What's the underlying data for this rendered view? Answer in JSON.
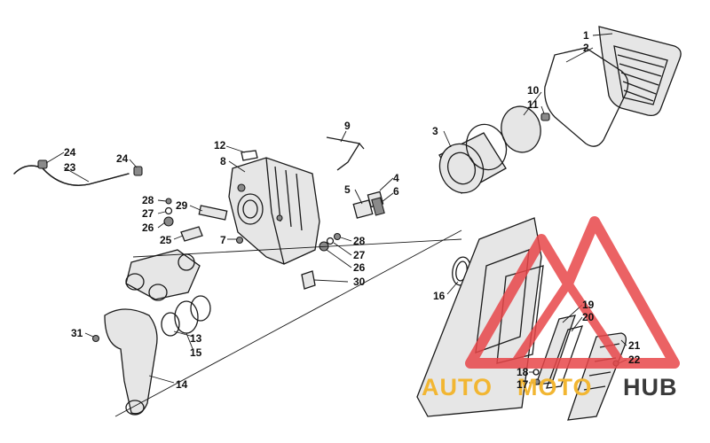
{
  "callouts": [
    {
      "id": "c1",
      "text": "1"
    },
    {
      "id": "c2",
      "text": "2"
    },
    {
      "id": "c3",
      "text": "3"
    },
    {
      "id": "c4",
      "text": "4"
    },
    {
      "id": "c5",
      "text": "5"
    },
    {
      "id": "c6",
      "text": "6"
    },
    {
      "id": "c7",
      "text": "7"
    },
    {
      "id": "c8",
      "text": "8"
    },
    {
      "id": "c9",
      "text": "9"
    },
    {
      "id": "c10",
      "text": "10"
    },
    {
      "id": "c11",
      "text": "11"
    },
    {
      "id": "c12",
      "text": "12"
    },
    {
      "id": "c13",
      "text": "13"
    },
    {
      "id": "c14",
      "text": "14"
    },
    {
      "id": "c15",
      "text": "15"
    },
    {
      "id": "c16",
      "text": "16"
    },
    {
      "id": "c17",
      "text": "17"
    },
    {
      "id": "c18",
      "text": "18"
    },
    {
      "id": "c19",
      "text": "19"
    },
    {
      "id": "c20",
      "text": "20"
    },
    {
      "id": "c21",
      "text": "21"
    },
    {
      "id": "c22",
      "text": "22"
    },
    {
      "id": "c23",
      "text": "23"
    },
    {
      "id": "c24a",
      "text": "24"
    },
    {
      "id": "c24b",
      "text": "24"
    },
    {
      "id": "c25",
      "text": "25"
    },
    {
      "id": "c26a",
      "text": "26"
    },
    {
      "id": "c26b",
      "text": "26"
    },
    {
      "id": "c27a",
      "text": "27"
    },
    {
      "id": "c27b",
      "text": "27"
    },
    {
      "id": "c28a",
      "text": "28"
    },
    {
      "id": "c28b",
      "text": "28"
    },
    {
      "id": "c29",
      "text": "29"
    },
    {
      "id": "c30",
      "text": "30"
    },
    {
      "id": "c31",
      "text": "31"
    }
  ],
  "watermark": {
    "part1": "AUTO",
    "part2": "MOTO",
    "part3": "HUB",
    "colors": {
      "auto": "#f2b632",
      "moto": "#f2b632",
      "hub": "#3a3a3a",
      "logo": "#e8474a"
    }
  }
}
